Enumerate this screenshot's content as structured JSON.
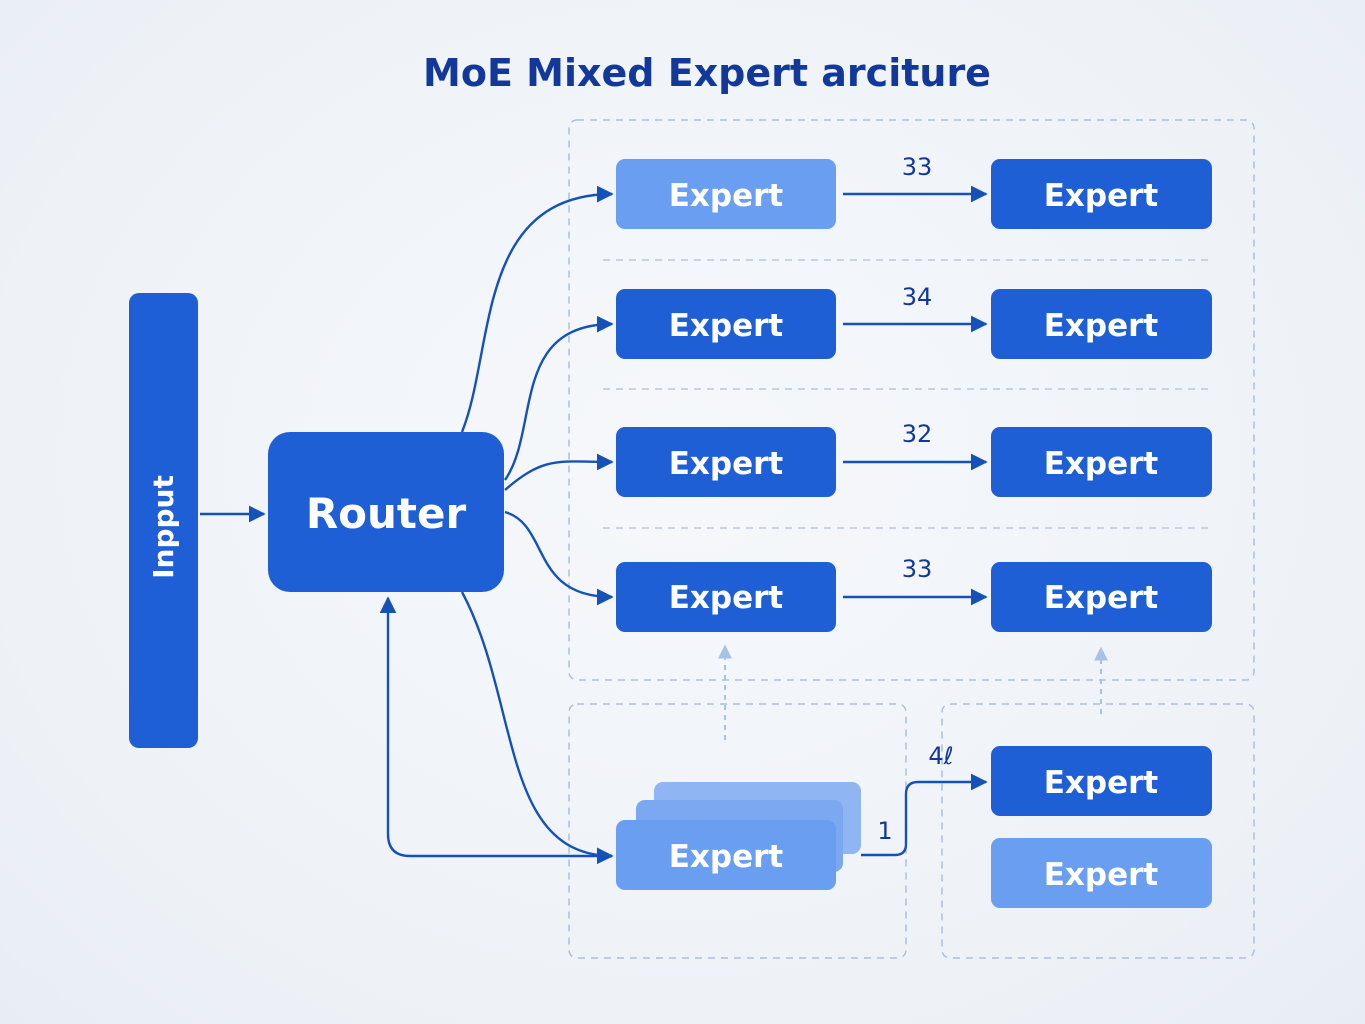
{
  "title": "MoE Mixed Expert arciture",
  "input_label": "Inpput",
  "router_label": "Router",
  "expert_label": "Expert",
  "rows": [
    {
      "left": "Expert",
      "weight": "33",
      "right": "Expert"
    },
    {
      "left": "Expert",
      "weight": "34",
      "right": "Expert"
    },
    {
      "left": "Expert",
      "weight": "32",
      "right": "Expert"
    },
    {
      "left": "Expert",
      "weight": "33",
      "right": "Expert"
    }
  ],
  "bottom": {
    "stack_label": "Expert",
    "stack_weight": "1",
    "branch_weight": "4ℓ",
    "right_top": "Expert",
    "right_bottom": "Expert"
  },
  "colors": {
    "primary": "#1f5fd6",
    "light": "#6a9ef0",
    "title": "#12389a",
    "connector": "#1552b8"
  }
}
